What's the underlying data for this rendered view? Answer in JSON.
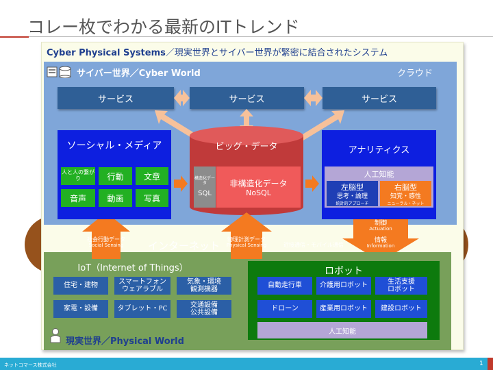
{
  "slide": {
    "title": "コレー枚でわかる最新のITトレンド",
    "subtitle_bold": "Cyber Physical Systems",
    "subtitle_rest": "／現実世界とサイバー世界が緊密に結合されたシステム"
  },
  "cyber": {
    "title": "サイバー世界／Cyber World",
    "cloud_label": "クラウド",
    "services": [
      "サービス",
      "サービス",
      "サービス"
    ]
  },
  "social": {
    "title": "ソーシャル・メディア",
    "items": [
      "人と人の繋がり",
      "行動",
      "文章",
      "音声",
      "動画",
      "写真"
    ]
  },
  "bigdata": {
    "title": "ビッグ・データ",
    "sql_small": "構造化データ",
    "sql": "SQL",
    "nosql_line1": "非構造化データ",
    "nosql_line2": "NoSQL"
  },
  "analytics": {
    "title": "アナリティクス",
    "ai_title": "人工知能",
    "left_title": "左脳型",
    "left_sub": "思考・論理",
    "left_small": "統計的アプローチ",
    "right_title": "右脳型",
    "right_sub": "知覚・感性",
    "right_small": "ニューラル・ネット"
  },
  "network": {
    "label": "インターネット",
    "sub": "近接通信・モバイル通信",
    "social_sensing_ja": "社会行動データ",
    "social_sensing_en": "Social Sensing",
    "physical_sensing_ja": "物理計測データ",
    "physical_sensing_en": "Physical Sensing",
    "control_ja": "制御",
    "control_en": "Actuation",
    "info_ja": "情報",
    "info_en": "Information"
  },
  "iot": {
    "title": "IoT（Internet of Things）",
    "items": [
      "住宅・建物",
      "スマートフォン\nウェアラブル",
      "気象・環境\n観測機器",
      "家電・設備",
      "タブレット・PC",
      "交通設備\n公共設備"
    ]
  },
  "robot": {
    "title": "ロボット",
    "items": [
      "自動走行車",
      "介護用ロボット",
      "生活支援\nロボット",
      "ドローン",
      "産業用ロボット",
      "建設ロボット"
    ],
    "ai": "人工知能"
  },
  "physical": {
    "title": "現実世界／Physical World"
  },
  "footer": {
    "company": "ネットコマース株式会社",
    "page": "1"
  },
  "colors": {
    "cyber_bg": "#7fa6d9",
    "service": "#2f5f96",
    "primary_blue": "#0d1fe0",
    "green": "#22b022",
    "robot_green": "#0d7a0d",
    "network_brown": "#96521c",
    "orange": "#f47a20",
    "peach_arrow": "#f7c19a",
    "db_red": "#c03a3a",
    "nosql_red": "#f05a5a",
    "ai_purple": "#b4a6d6",
    "footer_cyan": "#29abd4"
  }
}
